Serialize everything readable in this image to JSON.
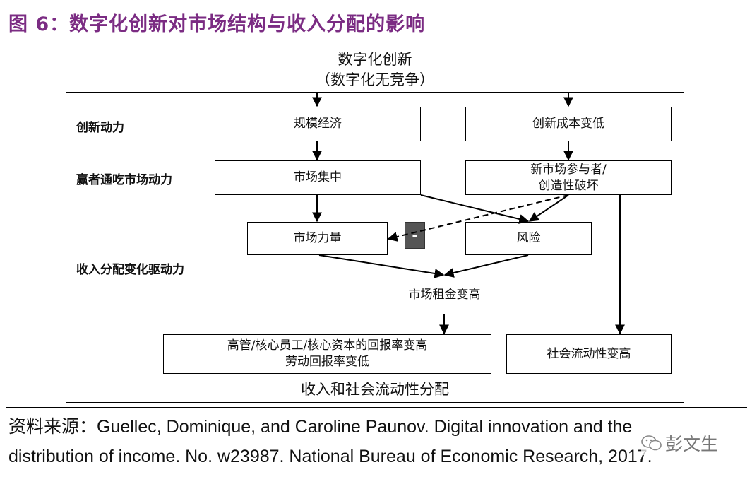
{
  "title": "图 6：数字化创新对市场结构与收入分配的影响",
  "row_labels": {
    "innovation_drivers": "创新动力",
    "winner_takes_all": "赢者通吃市场动力",
    "distribution_drivers": "收入分配变化驱动力"
  },
  "boxes": {
    "top": {
      "line1": "数字化创新",
      "line2": "（数字化无竞争）"
    },
    "scale_economy": "规模经济",
    "cost_lower": "创新成本变低",
    "concentration": "市场集中",
    "new_entrants": {
      "line1": "新市场参与者/",
      "line2": "创造性破坏"
    },
    "market_power": "市场力量",
    "risk": "风险",
    "rent_higher": "市场租金变高",
    "returns": {
      "line1": "高管/核心员工/核心资本的回报率变高",
      "line2": "劳动回报率变低"
    },
    "mobility": "社会流动性变高",
    "outer_label": "收入和社会流动性分配"
  },
  "minus_sign": "-",
  "source": {
    "line1": "资料来源：Guellec, Dominique, and Caroline Paunov. Digital innovation and the",
    "line2": "distribution of income. No. w23987. National Bureau of Economic Research, 2017."
  },
  "watermark": "彭文生",
  "colors": {
    "title": "#7b2c83",
    "badge": "#555555"
  }
}
